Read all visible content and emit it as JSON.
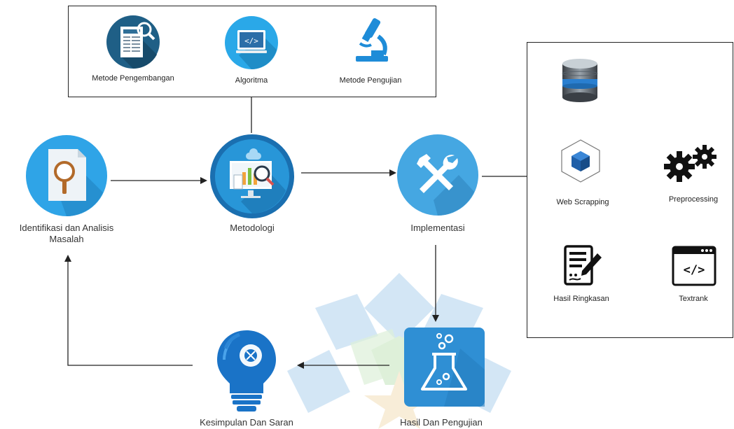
{
  "top_box": {
    "items": [
      {
        "label": "Metode Pengembangan",
        "icon": "document-search-icon"
      },
      {
        "label": "Algoritma",
        "icon": "code-monitor-icon"
      },
      {
        "label": "Metode Pengujian",
        "icon": "microscope-icon"
      }
    ]
  },
  "nodes": {
    "identifikasi": {
      "label_line1": "Identifikasi dan Analisis",
      "label_line2": "Masalah",
      "icon": "magnifier-document-icon"
    },
    "metodologi": {
      "label": "Metodologi",
      "icon": "analytics-dashboard-icon"
    },
    "implementasi": {
      "label": "Implementasi",
      "icon": "tools-icon"
    },
    "hasil_pengujian": {
      "label": "Hasil Dan Pengujian",
      "icon": "flask-icon"
    },
    "kesimpulan": {
      "label": "Kesimpulan Dan Saran",
      "icon": "lightbulb-icon"
    }
  },
  "implementation_box": {
    "database": {
      "icon": "database-icon"
    },
    "web_scrapping": {
      "label": "Web Scrapping",
      "icon": "cube-icon"
    },
    "preprocessing": {
      "label": "Preprocessing",
      "icon": "gears-icon"
    },
    "textrank": {
      "label": "Textrank",
      "icon": "code-window-icon"
    },
    "hasil_ringkasan": {
      "label": "Hasil Ringkasan",
      "icon": "document-pen-icon"
    }
  },
  "colors": {
    "blue_circle": "#2fa4e7",
    "blue_dark": "#1a6fb0",
    "flask_bg": "#2f8fd4",
    "line": "#222222"
  }
}
